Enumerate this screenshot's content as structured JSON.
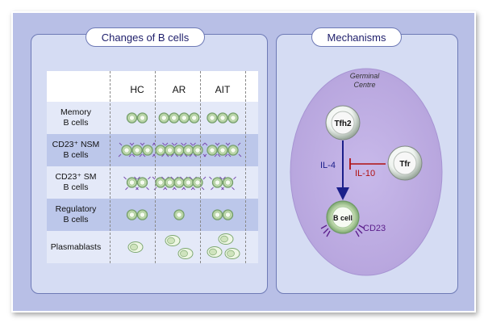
{
  "left_panel": {
    "title": "Changes of B cells"
  },
  "right_panel": {
    "title": "Mechanisms"
  },
  "table": {
    "columns": [
      "HC",
      "AR",
      "AIT"
    ],
    "rows": [
      {
        "label": "Memory\nB cells",
        "counts": [
          2,
          4,
          3
        ],
        "style": "memory"
      },
      {
        "label": "CD23⁺ NSM\nB cells",
        "counts": [
          3,
          5,
          3
        ],
        "style": "nsm"
      },
      {
        "label": "CD23⁺ SM\nB cells",
        "counts": [
          2,
          5,
          2
        ],
        "style": "sm"
      },
      {
        "label": "Regulatory\nB cells",
        "counts": [
          2,
          1,
          2
        ],
        "style": "reg"
      },
      {
        "label": "Plasmablasts",
        "counts": [
          1,
          2,
          3
        ],
        "style": "plasma"
      }
    ]
  },
  "mechanism": {
    "region_label": "Germinal\nCentre",
    "tfh_label": "Tfh2",
    "tfr_label": "Tfr",
    "bcell_label": "B cell",
    "cd23_label": "CD23",
    "il4_label": "IL-4",
    "il10_label": "IL-10",
    "colors": {
      "il4": "#1b1f8a",
      "il10": "#b01010",
      "cd23": "#5a1d8a"
    }
  }
}
